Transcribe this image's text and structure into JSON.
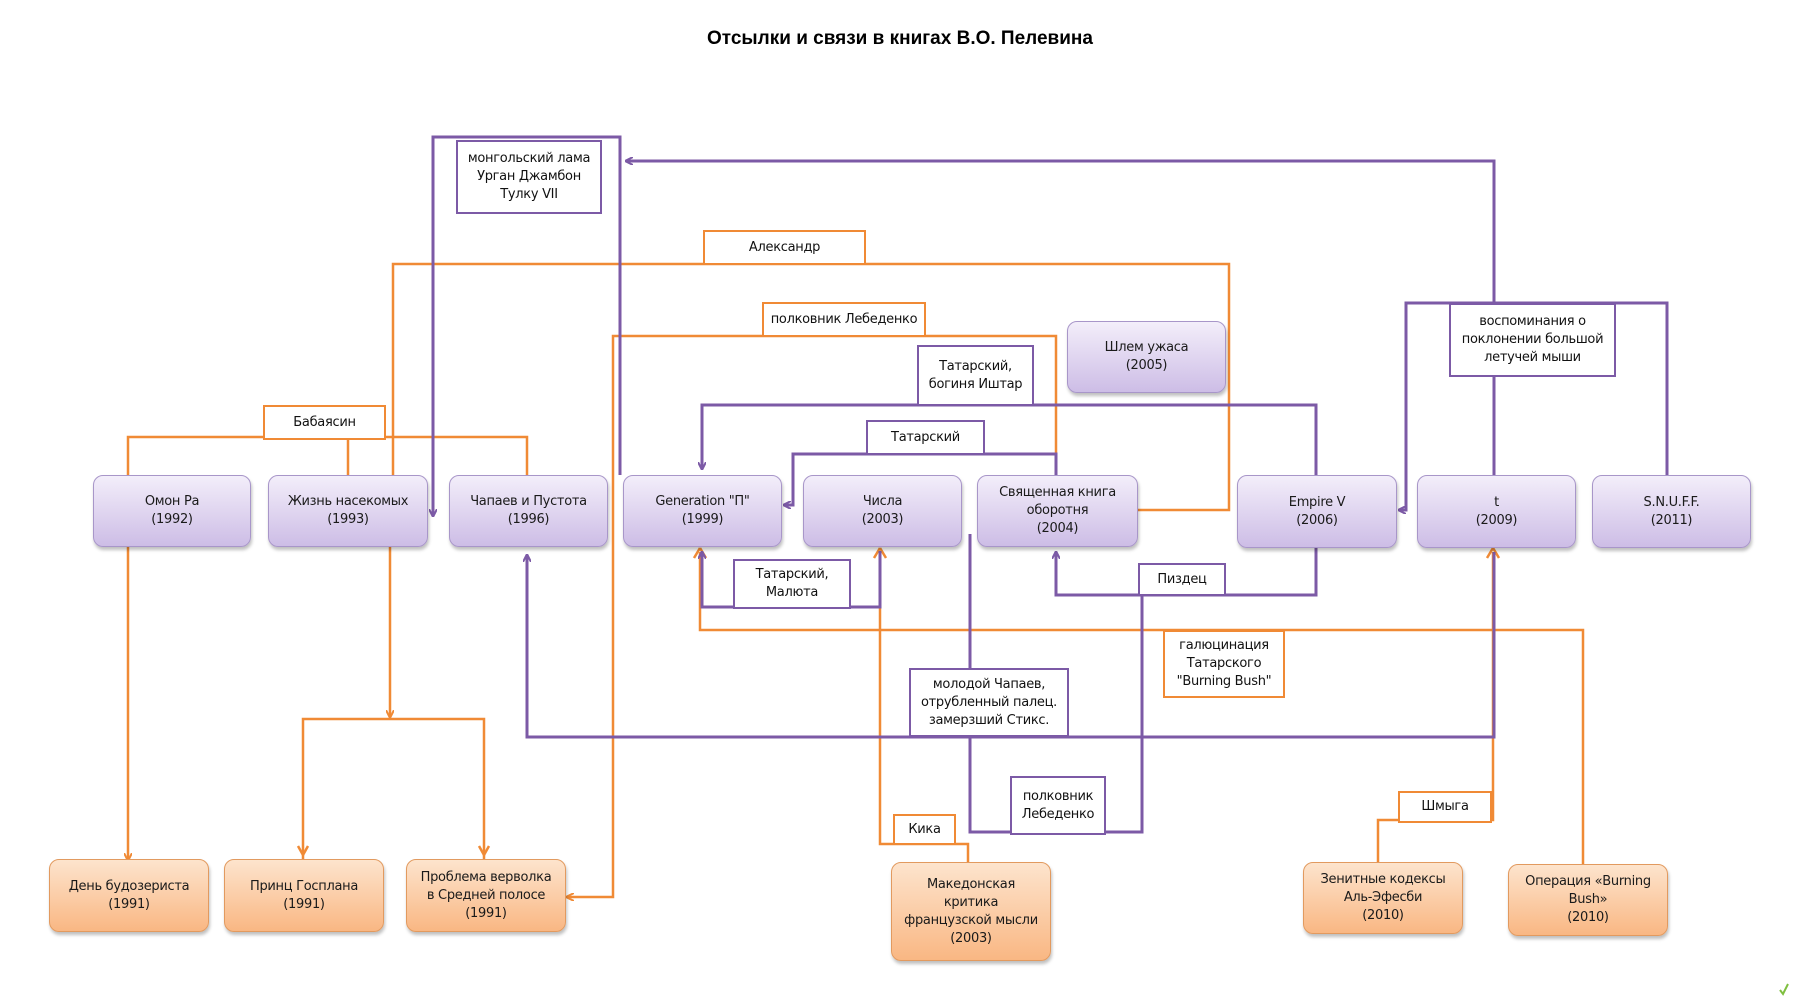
{
  "title": "Отсылки и связи в книгах В.О. Пелевина",
  "colors": {
    "purple": "#7c5aa6",
    "orange": "#f08a35"
  },
  "books": {
    "omon_ra": "Омон Ра\n(1992)",
    "zhizn": "Жизнь насекомых\n(1993)",
    "chapaev": "Чапаев и Пустота\n(1996)",
    "gen_p": "Generation \"П\"\n(1999)",
    "chisla": "Числа\n(2003)",
    "svyash": "Священная книга\nоборотня\n(2004)",
    "empire": "Empire V\n(2006)",
    "t": "t\n(2009)",
    "snuff": "S.N.U.F.F.\n(2011)",
    "shlem": "Шлем ужаса\n(2005)"
  },
  "stories": {
    "den": "День будозериста\n(1991)",
    "prints": "Принц Госплана\n(1991)",
    "problema": "Проблема верволка\nв Средней полосе\n(1991)",
    "makedon": "Македонская\nкритика\nфранцузской мысли\n(2003)",
    "zenitnye": "Зенитные кодексы\nАль-Эфесби\n(2010)",
    "operatsiya": "Операция «Burning\nBush»\n(2010)"
  },
  "labels": {
    "mongol": "монгольский лама\nУрган Джамбон\nТулку VII",
    "aleksandr": "Александр",
    "lebedenko_top": "полковник Лебеденко",
    "babayasin": "Бабаясин",
    "tatar_ishtar": "Татарский,\nбогиня Иштар",
    "tatarskiy": "Татарский",
    "vospom": "воспоминания о\nпоклонении большой\nлетучей мыши",
    "tatar_malyuta": "Татарский,\nМалюта",
    "pizdets": "Пиздец",
    "gallyuts": "галюцинация\nТатарского\n\"Burning Bush\"",
    "molodoy": "молодой Чапаев,\nотрубленный палец.\nзамерзший Стикс.",
    "lebedenko_bottom": "полковник\nЛебеденко",
    "kika": "Кика",
    "shmyga": "Шмыга"
  }
}
